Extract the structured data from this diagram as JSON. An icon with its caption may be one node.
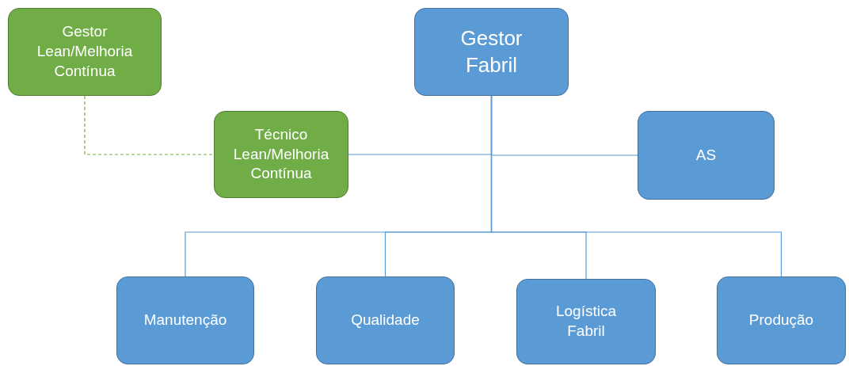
{
  "diagram": {
    "nodes": [
      {
        "text": [
          "Gestor Lean/Melhoria Contínua"
        ]
      },
      {
        "text": [
          "Gestor Fabril"
        ]
      },
      {
        "text": [
          "Técnico Lean/Melhoria Contínua"
        ]
      },
      {
        "text": [
          "AS"
        ]
      },
      {
        "text": [
          "Manutenção"
        ]
      },
      {
        "text": [
          "Qualidade"
        ]
      },
      {
        "text": [
          "Logística Fabril"
        ]
      },
      {
        "text": [
          "Produção"
        ]
      }
    ],
    "edges": [
      {
        "from": 0,
        "to": 2,
        "arrow": "none",
        "style": "dashed",
        "color": "#70ad47"
      },
      {
        "from": 1,
        "to": 2,
        "arrow": "none"
      },
      {
        "from": 1,
        "to": 3,
        "arrow": "none"
      },
      {
        "from": 1,
        "to": 4,
        "arrow": "none"
      },
      {
        "from": 1,
        "to": 5,
        "arrow": "none"
      },
      {
        "from": 1,
        "to": 6,
        "arrow": "none"
      },
      {
        "from": 1,
        "to": 7,
        "arrow": "none"
      }
    ]
  }
}
